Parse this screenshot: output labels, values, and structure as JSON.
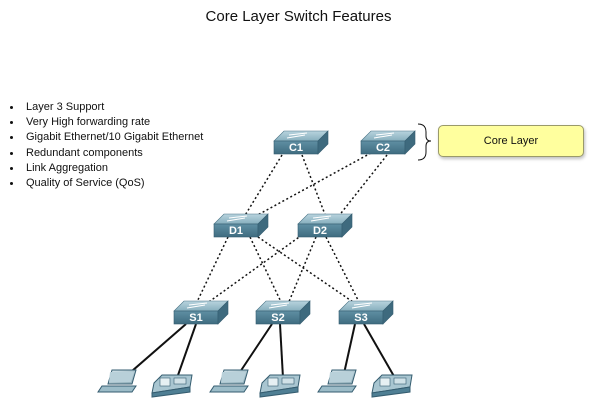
{
  "title": "Core Layer Switch Features",
  "features": [
    "Layer 3 Support",
    "Very High forwarding rate",
    "Gigabit Ethernet/10 Gigabit Ethernet",
    "Redundant components",
    "Link Aggregation",
    "Quality of Service (QoS)"
  ],
  "callout_label": "Core Layer",
  "switch_labels": {
    "c1": "C1",
    "c2": "C2",
    "d1": "D1",
    "d2": "D2",
    "s1": "S1",
    "s2": "S2",
    "s3": "S3"
  },
  "colors": {
    "switch_top": "#8fb5c4",
    "switch_front": "#4f7f94",
    "callout_fill": "#ffff9e"
  }
}
